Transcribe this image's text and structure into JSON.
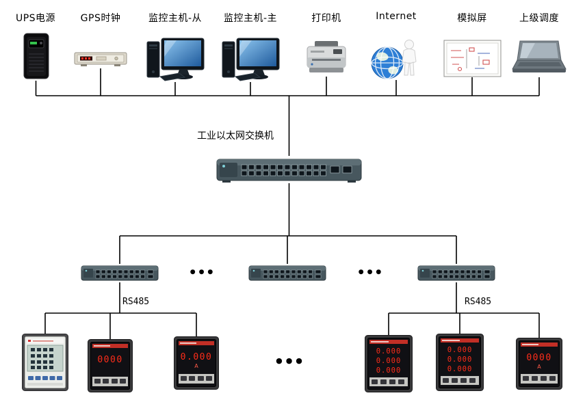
{
  "top_devices": [
    {
      "name": "ups",
      "label": "UPS电源"
    },
    {
      "name": "gps-clock",
      "label": "GPS时钟"
    },
    {
      "name": "monitoring-host-slave",
      "label": "监控主机-从"
    },
    {
      "name": "monitoring-host-master",
      "label": "监控主机-主"
    },
    {
      "name": "printer",
      "label": "打印机"
    },
    {
      "name": "internet",
      "label": "Internet"
    },
    {
      "name": "mimic-screen",
      "label": "模拟屏"
    },
    {
      "name": "superior-dispatch",
      "label": "上级调度"
    }
  ],
  "ethernet_switch": {
    "label": "工业以太网交换机"
  },
  "sub_network": {
    "rs485_left": "RS485",
    "rs485_right": "RS485",
    "ellipsis": "●●●"
  },
  "meters": {
    "left": [
      {
        "kind": "lcd-multifunction-meter"
      },
      {
        "kind": "led-meter",
        "display": "0000",
        "unit": ""
      },
      {
        "kind": "led-meter",
        "display": "0.000",
        "unit": "A"
      }
    ],
    "right": [
      {
        "kind": "led-meter-3row",
        "rows": [
          "0.000",
          "0.000",
          "0.000"
        ]
      },
      {
        "kind": "led-meter-3row",
        "rows": [
          "0.000",
          "0.000",
          "0.000"
        ]
      },
      {
        "kind": "led-meter",
        "display": "0000",
        "unit": "A"
      }
    ]
  },
  "colors": {
    "line": "#000000",
    "switch_body": "#47575e",
    "led_red": "#ff2d1a",
    "brand_red": "#c22f26",
    "screen_blue": "#2f6fae"
  }
}
